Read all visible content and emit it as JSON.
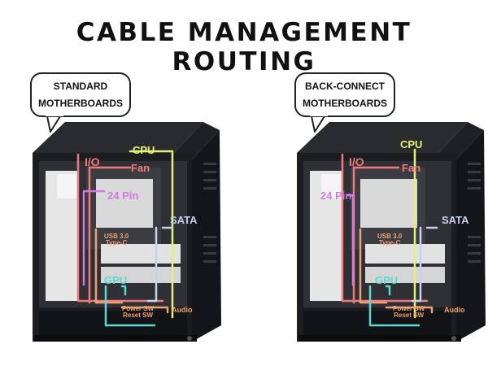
{
  "title": "CABLE MANAGEMENT ROUTING",
  "panels": [
    {
      "callout": [
        "STANDARD",
        "MOTHERBOARDS"
      ],
      "labels": {
        "io": "I/O",
        "fan": "Fan",
        "cpu": "CPU",
        "pin24": "24 Pin",
        "sata": "SATA",
        "usb": [
          "USB 3.0",
          "Type-C"
        ],
        "gpu": "GPU",
        "power_reset": [
          "Power SW",
          "Reset SW"
        ],
        "audio": "Audio"
      }
    },
    {
      "callout": [
        "BACK-CONNECT",
        "MOTHERBOARDS"
      ],
      "labels": {
        "io": "I/O",
        "fan": "Fan",
        "cpu": "CPU",
        "pin24": "24 Pin",
        "sata": "SATA",
        "usb": [
          "USB 3.0",
          "Type-C"
        ],
        "gpu": "GPU",
        "power_reset": [
          "Power SW",
          "Reset SW"
        ],
        "audio": "Audio"
      }
    }
  ],
  "colors": {
    "io": "#f07a7a",
    "fan": "#f07a7a",
    "cpu": "#e4f078",
    "pin24": "#d27ae0",
    "sata": "#c8d0f0",
    "usb": "#f0a070",
    "gpu": "#5fd6d0",
    "power_reset": "#f0a070",
    "audio": "#f0a070",
    "case": "#1c1d20"
  }
}
